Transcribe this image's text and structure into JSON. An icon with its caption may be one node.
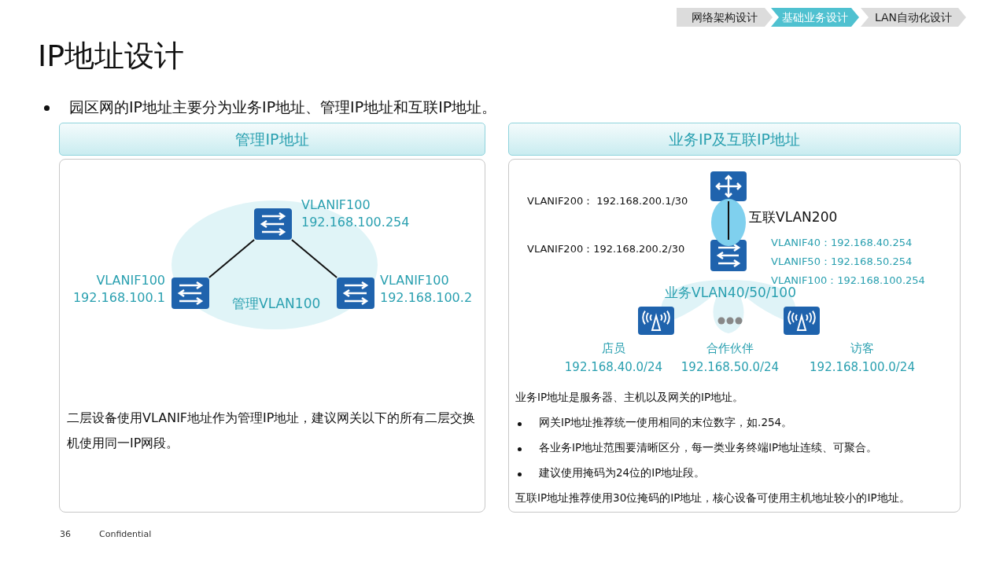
{
  "diagram": {
    "title": "IP地址设计",
    "nodes": [
      {
        "text": [
          "管理IP地址",
          "二层设备使用VLANIF地址作为管理IP地址，建议网关以下的所有二层交换机使用同一IP网段。"
        ]
      },
      {
        "text": [
          "管理VLAN100"
        ],
        "in": 0
      },
      {
        "text": [],
        "shape": "box",
        "beside": [
          "VLANIF100",
          "192.168.100.254"
        ],
        "in": 1
      },
      {
        "text": [],
        "shape": "box",
        "beside": [
          "VLANIF100",
          "192.168.100.1"
        ],
        "in": 1
      },
      {
        "text": [],
        "shape": "box",
        "beside": [
          "VLANIF100",
          "192.168.100.2"
        ],
        "in": 1
      },
      {
        "text": [
          "业务IP及互联IP地址",
          "业务IP地址是服务器、主机以及网关的IP地址。",
          "网关IP地址推荐统一使用相同的末位数字，如.254。",
          "各业务IP地址范围要清晰区分，每一类业务终端IP地址连续、可聚合。",
          "建议使用掩码为24位的IP地址段。",
          "互联IP地址推荐使用30位掩码的IP地址，核心设备可使用主机地址较小的IP地址。"
        ]
      },
      {
        "text": [],
        "shape": "box",
        "beside": [
          "VLANIF200：  192.168.200.1/30"
        ],
        "in": 5
      },
      {
        "text": [],
        "shape": "box",
        "beside": [
          "VLANIF200：192.168.200.2/30",
          "VLANIF40：192.168.40.254",
          "VLANIF50：192.168.50.254",
          "VLANIF100：192.168.100.254"
        ],
        "in": 5
      },
      {
        "text": [
          "业务VLAN40/50/100"
        ],
        "in": 5
      },
      {
        "text": [],
        "shape": "box",
        "beside": [
          "店员",
          "192.168.40.0/24"
        ],
        "in": 5
      },
      {
        "text": [],
        "shape": "dots",
        "beside": [
          "合作伙伴",
          "192.168.50.0/24"
        ],
        "in": 8
      },
      {
        "text": [],
        "shape": "box",
        "beside": [
          "访客",
          "192.168.100.0/24"
        ],
        "in": 5
      }
    ],
    "edges": [
      {
        "from": 2,
        "to": 3,
        "arrow": "none"
      },
      {
        "from": 2,
        "to": 4,
        "arrow": "none"
      },
      {
        "from": 6,
        "to": 7,
        "arrow": "none",
        "label": "互联VLAN200"
      }
    ],
    "labels": [
      "网络架构设计",
      "基础业务设计",
      "LAN自动化设计",
      "园区网的IP地址主要分为业务IP地址、管理IP地址和互联IP地址。",
      "36",
      "Confidential"
    ]
  }
}
